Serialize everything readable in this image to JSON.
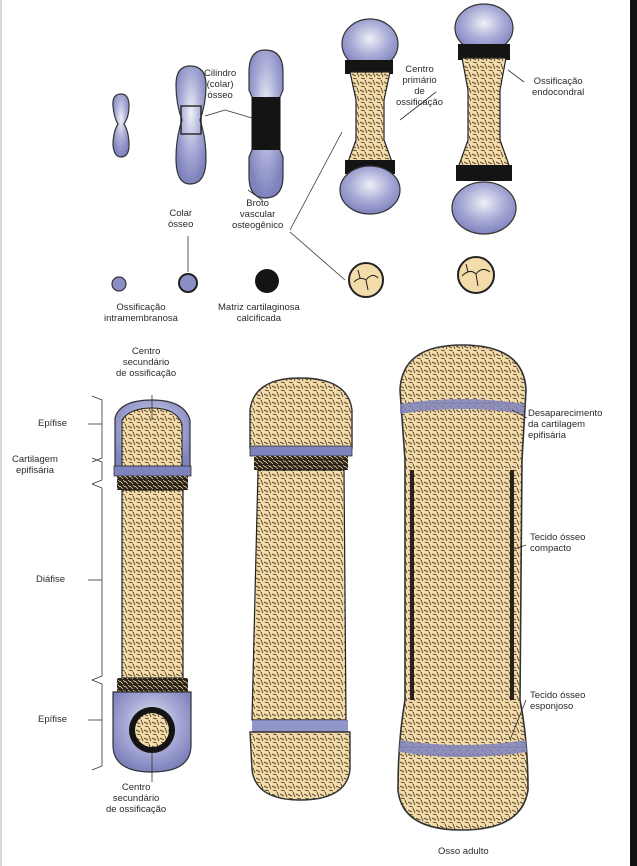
{
  "labels": {
    "cilindro_colar": "Cilindro\n(colar)\nósseo",
    "centro_primario": "Centro\nprimário\nde\nossificação",
    "ossificacao_endocondral": "Ossificação\nendocondral",
    "broto_vascular": "Broto\nvascular\nosteogênico",
    "colar_osseo": "Colar\nósseo",
    "ossificacao_intramembranosa": "Ossificação\nintramembranosa",
    "matriz_calcificada": "Matriz cartilaginosa\ncalcificada",
    "centro_secundario_top": "Centro\nsecundário\nde ossificação",
    "epifise_top": "Epífise",
    "cartilagem_epifisaria": "Cartilagem\nepifisária",
    "diafise": "Diáfise",
    "epifise_bottom": "Epífise",
    "centro_secundario_bottom": "Centro\nsecundário\nde ossificação",
    "desaparecimento": "Desaparecimento\nda cartilagem\nepifisária",
    "tecido_compacto": "Tecido ósseo\ncompacto",
    "tecido_esponjoso": "Tecido ósseo\nesponjoso",
    "osso_adulto": "Osso adulto"
  },
  "colors": {
    "cartilage": "#8c8fc6",
    "bone": "#f3dcaa",
    "dark": "#141414",
    "line": "#333333"
  }
}
